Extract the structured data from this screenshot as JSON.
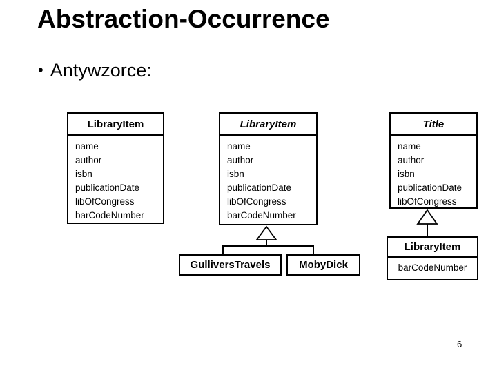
{
  "slide": {
    "title": "Abstraction-Occurrence",
    "bullet_glyph": "•",
    "bullet_text": "Antywzorce:",
    "page_number": "6"
  },
  "colors": {
    "background": "#ffffff",
    "text": "#000000",
    "line": "#000000"
  },
  "diagrams": {
    "left_class": {
      "name": "LibraryItem",
      "abstract": false,
      "attributes": [
        "name",
        "author",
        "isbn",
        "publicationDate",
        "libOfCongress",
        "barCodeNumber"
      ]
    },
    "middle_hierarchy": {
      "relationship": "inheritance",
      "parent": {
        "name": "LibraryItem",
        "abstract": true,
        "attributes": [
          "name",
          "author",
          "isbn",
          "publicationDate",
          "libOfCongress",
          "barCodeNumber"
        ]
      },
      "children": [
        {
          "name": "GulliversTravels"
        },
        {
          "name": "MobyDick"
        }
      ]
    },
    "right_hierarchy": {
      "relationship": "inheritance",
      "parent": {
        "name": "Title",
        "abstract": true,
        "attributes": [
          "name",
          "author",
          "isbn",
          "publicationDate",
          "libOfCongress"
        ]
      },
      "child": {
        "name": "LibraryItem",
        "attributes": [
          "barCodeNumber"
        ]
      }
    }
  }
}
